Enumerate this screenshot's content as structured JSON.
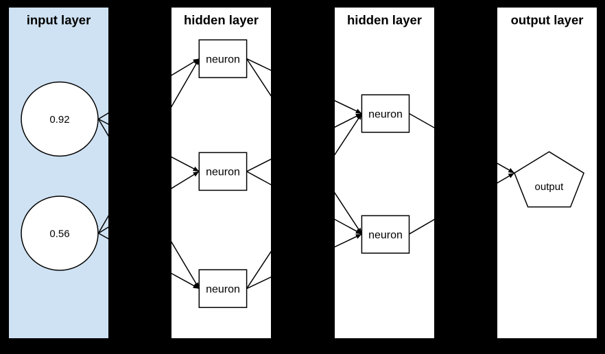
{
  "diagram": {
    "type": "neural-network-layer-diagram",
    "background": "#000000",
    "stroke": "#000000",
    "text_color": "#000000"
  },
  "layers": [
    {
      "id": "input",
      "title": "input layer",
      "panel_fill": "#cfe2f3",
      "nodes": [
        {
          "id": "input-1",
          "shape": "circle",
          "label": "0.92"
        },
        {
          "id": "input-2",
          "shape": "circle",
          "label": "0.56"
        }
      ]
    },
    {
      "id": "hidden-1",
      "title": "hidden layer",
      "panel_fill": "#ffffff",
      "nodes": [
        {
          "id": "hidden1-1",
          "shape": "rectangle",
          "label": "neuron"
        },
        {
          "id": "hidden1-2",
          "shape": "rectangle",
          "label": "neuron"
        },
        {
          "id": "hidden1-3",
          "shape": "rectangle",
          "label": "neuron"
        }
      ]
    },
    {
      "id": "hidden-2",
      "title": "hidden layer",
      "panel_fill": "#ffffff",
      "nodes": [
        {
          "id": "hidden2-1",
          "shape": "rectangle",
          "label": "neuron"
        },
        {
          "id": "hidden2-2",
          "shape": "rectangle",
          "label": "neuron"
        }
      ]
    },
    {
      "id": "output",
      "title": "output layer",
      "panel_fill": "#ffffff",
      "nodes": [
        {
          "id": "output-1",
          "shape": "pentagon",
          "label": "output"
        }
      ]
    }
  ],
  "connections": [
    {
      "from": "input-1",
      "to": "hidden1-1"
    },
    {
      "from": "input-1",
      "to": "hidden1-2"
    },
    {
      "from": "input-1",
      "to": "hidden1-3"
    },
    {
      "from": "input-2",
      "to": "hidden1-1"
    },
    {
      "from": "input-2",
      "to": "hidden1-2"
    },
    {
      "from": "input-2",
      "to": "hidden1-3"
    },
    {
      "from": "hidden1-1",
      "to": "hidden2-1"
    },
    {
      "from": "hidden1-1",
      "to": "hidden2-2"
    },
    {
      "from": "hidden1-2",
      "to": "hidden2-1"
    },
    {
      "from": "hidden1-2",
      "to": "hidden2-2"
    },
    {
      "from": "hidden1-3",
      "to": "hidden2-1"
    },
    {
      "from": "hidden1-3",
      "to": "hidden2-2"
    },
    {
      "from": "hidden2-1",
      "to": "output-1"
    },
    {
      "from": "hidden2-2",
      "to": "output-1"
    }
  ]
}
